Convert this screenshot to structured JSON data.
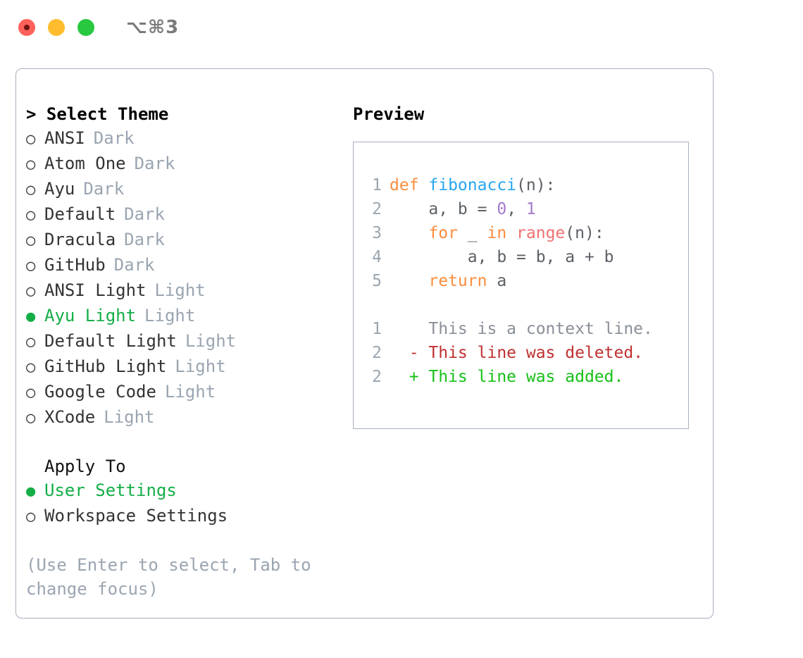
{
  "titlebar": {
    "shortcut": "⌥⌘3",
    "buttons": [
      {
        "name": "close",
        "color": "#ff6059"
      },
      {
        "name": "minimize",
        "color": "#ffbd2e"
      },
      {
        "name": "zoom",
        "color": "#28c840"
      }
    ]
  },
  "colors": {
    "accent_green": "#14ae47",
    "muted": "#9aa5b1",
    "border": "#a8b0bd",
    "keyword": "#fa8d3e",
    "function": "#27a5ef",
    "number": "#a37acc",
    "builtin": "#f07171",
    "plain": "#5c6166",
    "diff_added": "#17c017",
    "diff_deleted": "#c03030",
    "diff_context": "#8a8f98"
  },
  "theme_list": {
    "header": "> Select Theme",
    "bullet_unselected": "○",
    "bullet_selected": "●",
    "items": [
      {
        "label": "ANSI",
        "tag": "Dark",
        "selected": false
      },
      {
        "label": "Atom One",
        "tag": "Dark",
        "selected": false
      },
      {
        "label": "Ayu",
        "tag": "Dark",
        "selected": false
      },
      {
        "label": "Default",
        "tag": "Dark",
        "selected": false
      },
      {
        "label": "Dracula",
        "tag": "Dark",
        "selected": false
      },
      {
        "label": "GitHub",
        "tag": "Dark",
        "selected": false
      },
      {
        "label": "ANSI Light",
        "tag": "Light",
        "selected": false
      },
      {
        "label": "Ayu Light",
        "tag": "Light",
        "selected": true
      },
      {
        "label": "Default Light",
        "tag": "Light",
        "selected": false
      },
      {
        "label": "GitHub Light",
        "tag": "Light",
        "selected": false
      },
      {
        "label": "Google Code",
        "tag": "Light",
        "selected": false
      },
      {
        "label": "XCode",
        "tag": "Light",
        "selected": false
      }
    ]
  },
  "apply_to": {
    "header": "Apply To",
    "items": [
      {
        "label": "User Settings",
        "selected": true
      },
      {
        "label": "Workspace Settings",
        "selected": false
      }
    ]
  },
  "hint": "(Use Enter to select, Tab to change focus)",
  "preview": {
    "title": "Preview",
    "code_lines": [
      {
        "lineno": "1",
        "tokens": [
          {
            "text": "def ",
            "type": "kw"
          },
          {
            "text": "fibonacci",
            "type": "fn"
          },
          {
            "text": "(n):",
            "type": "txt"
          }
        ]
      },
      {
        "lineno": "2",
        "tokens": [
          {
            "text": "    a, b = ",
            "type": "txt"
          },
          {
            "text": "0",
            "type": "num"
          },
          {
            "text": ", ",
            "type": "txt"
          },
          {
            "text": "1",
            "type": "num"
          }
        ]
      },
      {
        "lineno": "3",
        "tokens": [
          {
            "text": "    for ",
            "type": "kw"
          },
          {
            "text": "_ ",
            "type": "txt"
          },
          {
            "text": "in ",
            "type": "kw"
          },
          {
            "text": "range",
            "type": "bi"
          },
          {
            "text": "(n):",
            "type": "txt"
          }
        ]
      },
      {
        "lineno": "4",
        "tokens": [
          {
            "text": "        a, b = b, a + b",
            "type": "txt"
          }
        ]
      },
      {
        "lineno": "5",
        "tokens": [
          {
            "text": "    return ",
            "type": "kw"
          },
          {
            "text": "a",
            "type": "txt"
          }
        ]
      }
    ],
    "diff_lines": [
      {
        "lineno": "1",
        "marker": " ",
        "text": " This is a context line.",
        "kind": "ctx"
      },
      {
        "lineno": "2",
        "marker": "-",
        "text": " This line was deleted.",
        "kind": "del"
      },
      {
        "lineno": "2",
        "marker": "+",
        "text": " This line was added.",
        "kind": "add"
      }
    ]
  }
}
